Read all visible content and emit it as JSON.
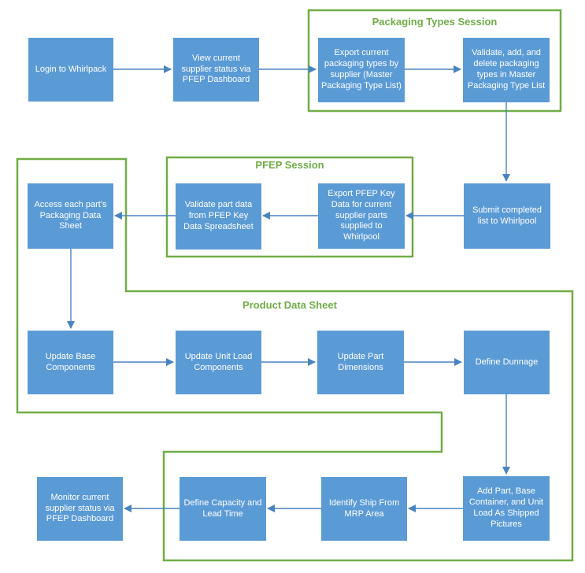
{
  "colors": {
    "node_fill": "#5B9BD5",
    "node_text": "#FFFFFF",
    "group_green": "#70AD47",
    "arrow_blue": "#4A84C0",
    "background": "#FFFFFF"
  },
  "groups": {
    "packaging": {
      "label": "Packaging Types Session"
    },
    "pfep": {
      "label": "PFEP Session"
    },
    "product": {
      "label": "Product Data Sheet"
    }
  },
  "nodes": [
    {
      "id": "login",
      "label": "Login to Whirlpack"
    },
    {
      "id": "view-status",
      "label": "View current supplier status via PFEP Dashboard"
    },
    {
      "id": "export-packaging-types",
      "label": "Export current packaging types by supplier (Master Packaging Type List)"
    },
    {
      "id": "validate-packaging-types",
      "label": "Validate, add, and delete packaging types in Master Packaging Type List"
    },
    {
      "id": "submit-list",
      "label": "Submit completed list to Whirlpool"
    },
    {
      "id": "export-pfep-key-data",
      "label": "Export PFEP Key Data for current supplier parts supplied to Whirlpool"
    },
    {
      "id": "validate-part-data",
      "label": "Validate part data from PFEP Key Data Spreadsheet"
    },
    {
      "id": "access-packaging-data-sheet",
      "label": "Access each part’s Packaging Data Sheet"
    },
    {
      "id": "update-base-components",
      "label": "Update Base Components"
    },
    {
      "id": "update-unit-load-components",
      "label": "Update Unit Load Components"
    },
    {
      "id": "update-part-dimensions",
      "label": "Update Part Dimensions"
    },
    {
      "id": "define-dunnage",
      "label": "Define Dunnage"
    },
    {
      "id": "add-pictures",
      "label": "Add Part, Base Container, and Unit Load As Shipped Pictures"
    },
    {
      "id": "identify-ship-from",
      "label": "Identify Ship From MRP Area"
    },
    {
      "id": "define-capacity-lead-time",
      "label": "Define Capacity and Lead Time"
    },
    {
      "id": "monitor-status",
      "label": "Monitor current supplier status via PFEP Dashboard"
    }
  ],
  "edges": [
    {
      "from": "login",
      "to": "view-status"
    },
    {
      "from": "view-status",
      "to": "export-packaging-types"
    },
    {
      "from": "export-packaging-types",
      "to": "validate-packaging-types"
    },
    {
      "from": "validate-packaging-types",
      "to": "submit-list"
    },
    {
      "from": "submit-list",
      "to": "export-pfep-key-data"
    },
    {
      "from": "export-pfep-key-data",
      "to": "validate-part-data"
    },
    {
      "from": "validate-part-data",
      "to": "access-packaging-data-sheet"
    },
    {
      "from": "access-packaging-data-sheet",
      "to": "update-base-components"
    },
    {
      "from": "update-base-components",
      "to": "update-unit-load-components"
    },
    {
      "from": "update-unit-load-components",
      "to": "update-part-dimensions"
    },
    {
      "from": "update-part-dimensions",
      "to": "define-dunnage"
    },
    {
      "from": "define-dunnage",
      "to": "add-pictures"
    },
    {
      "from": "add-pictures",
      "to": "identify-ship-from"
    },
    {
      "from": "identify-ship-from",
      "to": "define-capacity-lead-time"
    },
    {
      "from": "define-capacity-lead-time",
      "to": "monitor-status"
    }
  ]
}
